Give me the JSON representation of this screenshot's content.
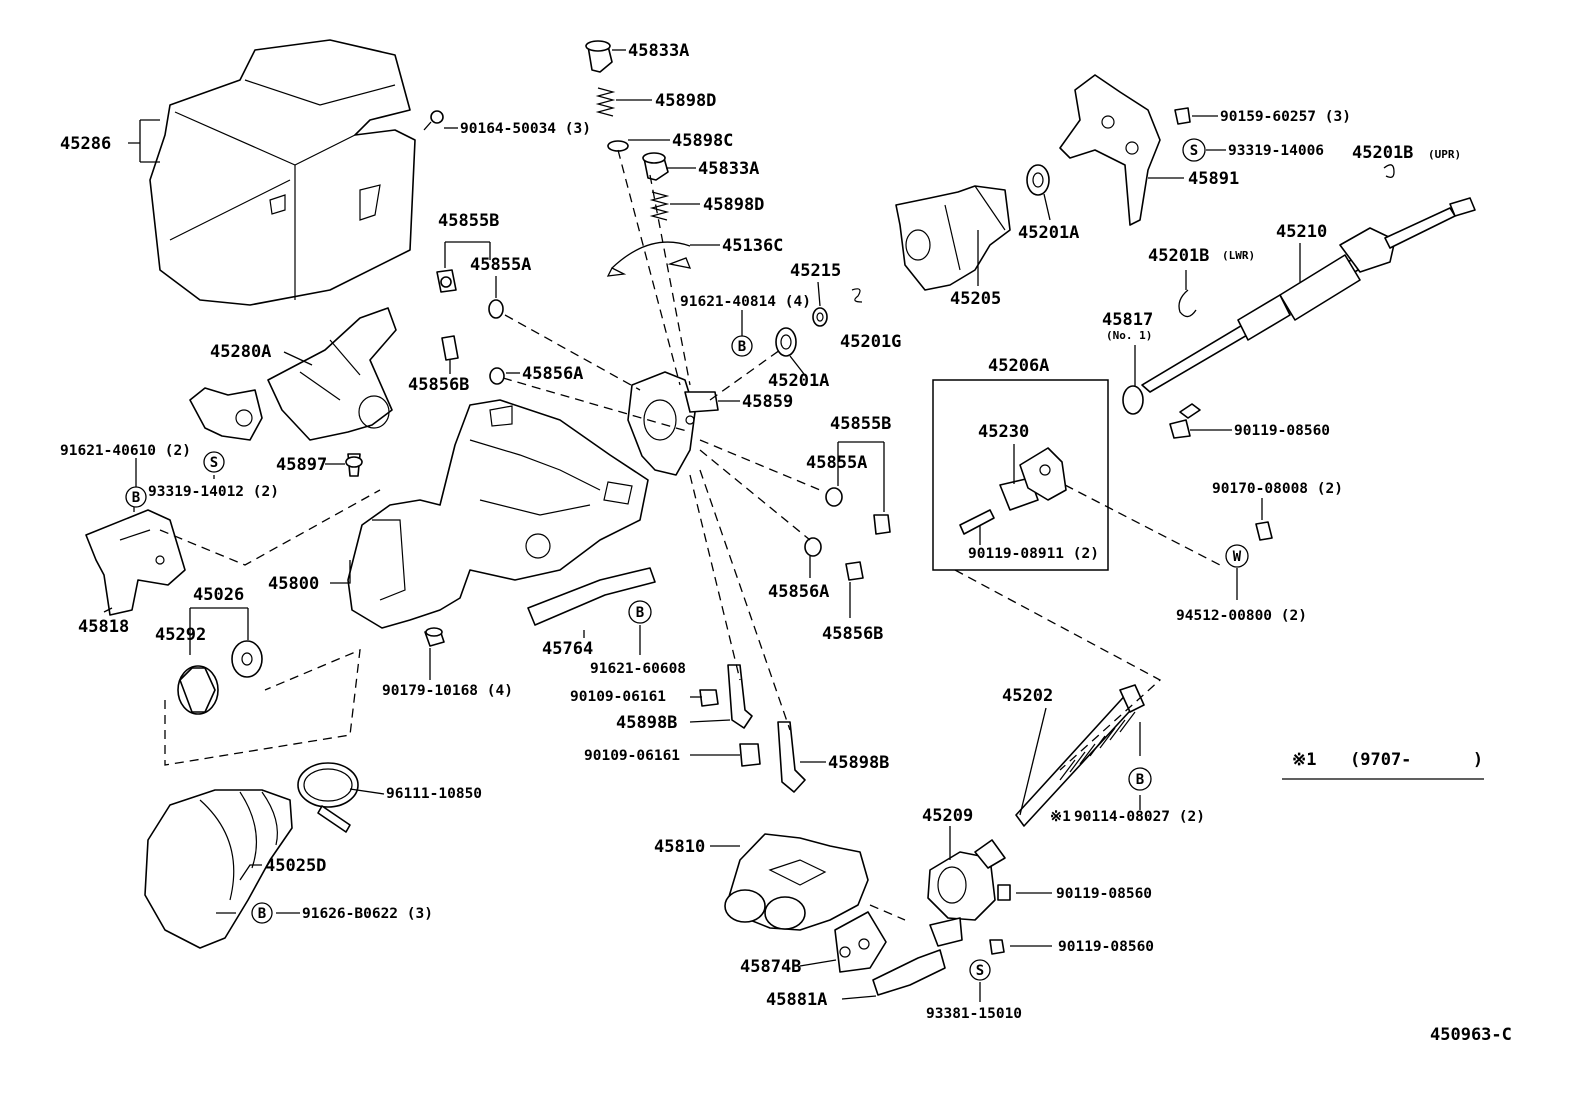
{
  "diagram_id": "450963-C",
  "note": {
    "mark": "※1",
    "range": "(9707-      )"
  },
  "symbol_letters": {
    "B": "B",
    "S": "S",
    "W": "W"
  },
  "labels": {
    "p45286": "45286",
    "p90164_50034": "90164-50034 (3)",
    "p45833A_top": "45833A",
    "p45898D_top": "45898D",
    "p45898C": "45898C",
    "p45833A_mid": "45833A",
    "p45898D_mid": "45898D",
    "p45136C": "45136C",
    "p91621_40814": "91621-40814 (4)",
    "p45215": "45215",
    "p45201G": "45201G",
    "p45201A_mid": "45201A",
    "p45859": "45859",
    "p45855B_left": "45855B",
    "p45855A_left": "45855A",
    "p45856B_left": "45856B",
    "p45856A_left": "45856A",
    "p45280A": "45280A",
    "p91621_40610": "91621-40610 (2)",
    "p93319_14012": "93319-14012 (2)",
    "p45897": "45897",
    "p45818": "45818",
    "p45800": "45800",
    "p45026": "45026",
    "p45292": "45292",
    "p90179_10168": "90179-10168 (4)",
    "p96111_10850": "96111-10850",
    "p45025D": "45025D",
    "p91626_B0622": "91626-B0622 (3)",
    "p45764": "45764",
    "p91621_60608": "91621-60608",
    "p90109_06161_a": "90109-06161",
    "p45898B_a": "45898B",
    "p90109_06161_b": "90109-06161",
    "p45898B_b": "45898B",
    "p45855B_right": "45855B",
    "p45855A_right": "45855A",
    "p45856A_right": "45856A",
    "p45856B_right": "45856B",
    "p45810": "45810",
    "p45874B": "45874B",
    "p45881A": "45881A",
    "p93381_15010": "93381-15010",
    "p45209": "45209",
    "p90119_08560_a": "90119-08560",
    "p90119_08560_b": "90119-08560",
    "p45202": "45202",
    "p90114_08027": "90114-08027 (2)",
    "p45206A": "45206A",
    "p45230": "45230",
    "p90119_08911": "90119-08911 (2)",
    "p45205": "45205",
    "p45201A_top": "45201A",
    "p90159_60257": "90159-60257 (3)",
    "p93319_14006": "93319-14006",
    "p45891": "45891",
    "p45201B_upr": "45201B",
    "p45201B_upr_tag": "(UPR)",
    "p45210": "45210",
    "p45201B_lwr": "45201B",
    "p45201B_lwr_tag": "(LWR)",
    "p45817": "45817",
    "p45817_tag": "(No. 1)",
    "p90119_08560_c": "90119-08560",
    "p90170_08008": "90170-08008 (2)",
    "p94512_00800": "94512-00800 (2)"
  }
}
